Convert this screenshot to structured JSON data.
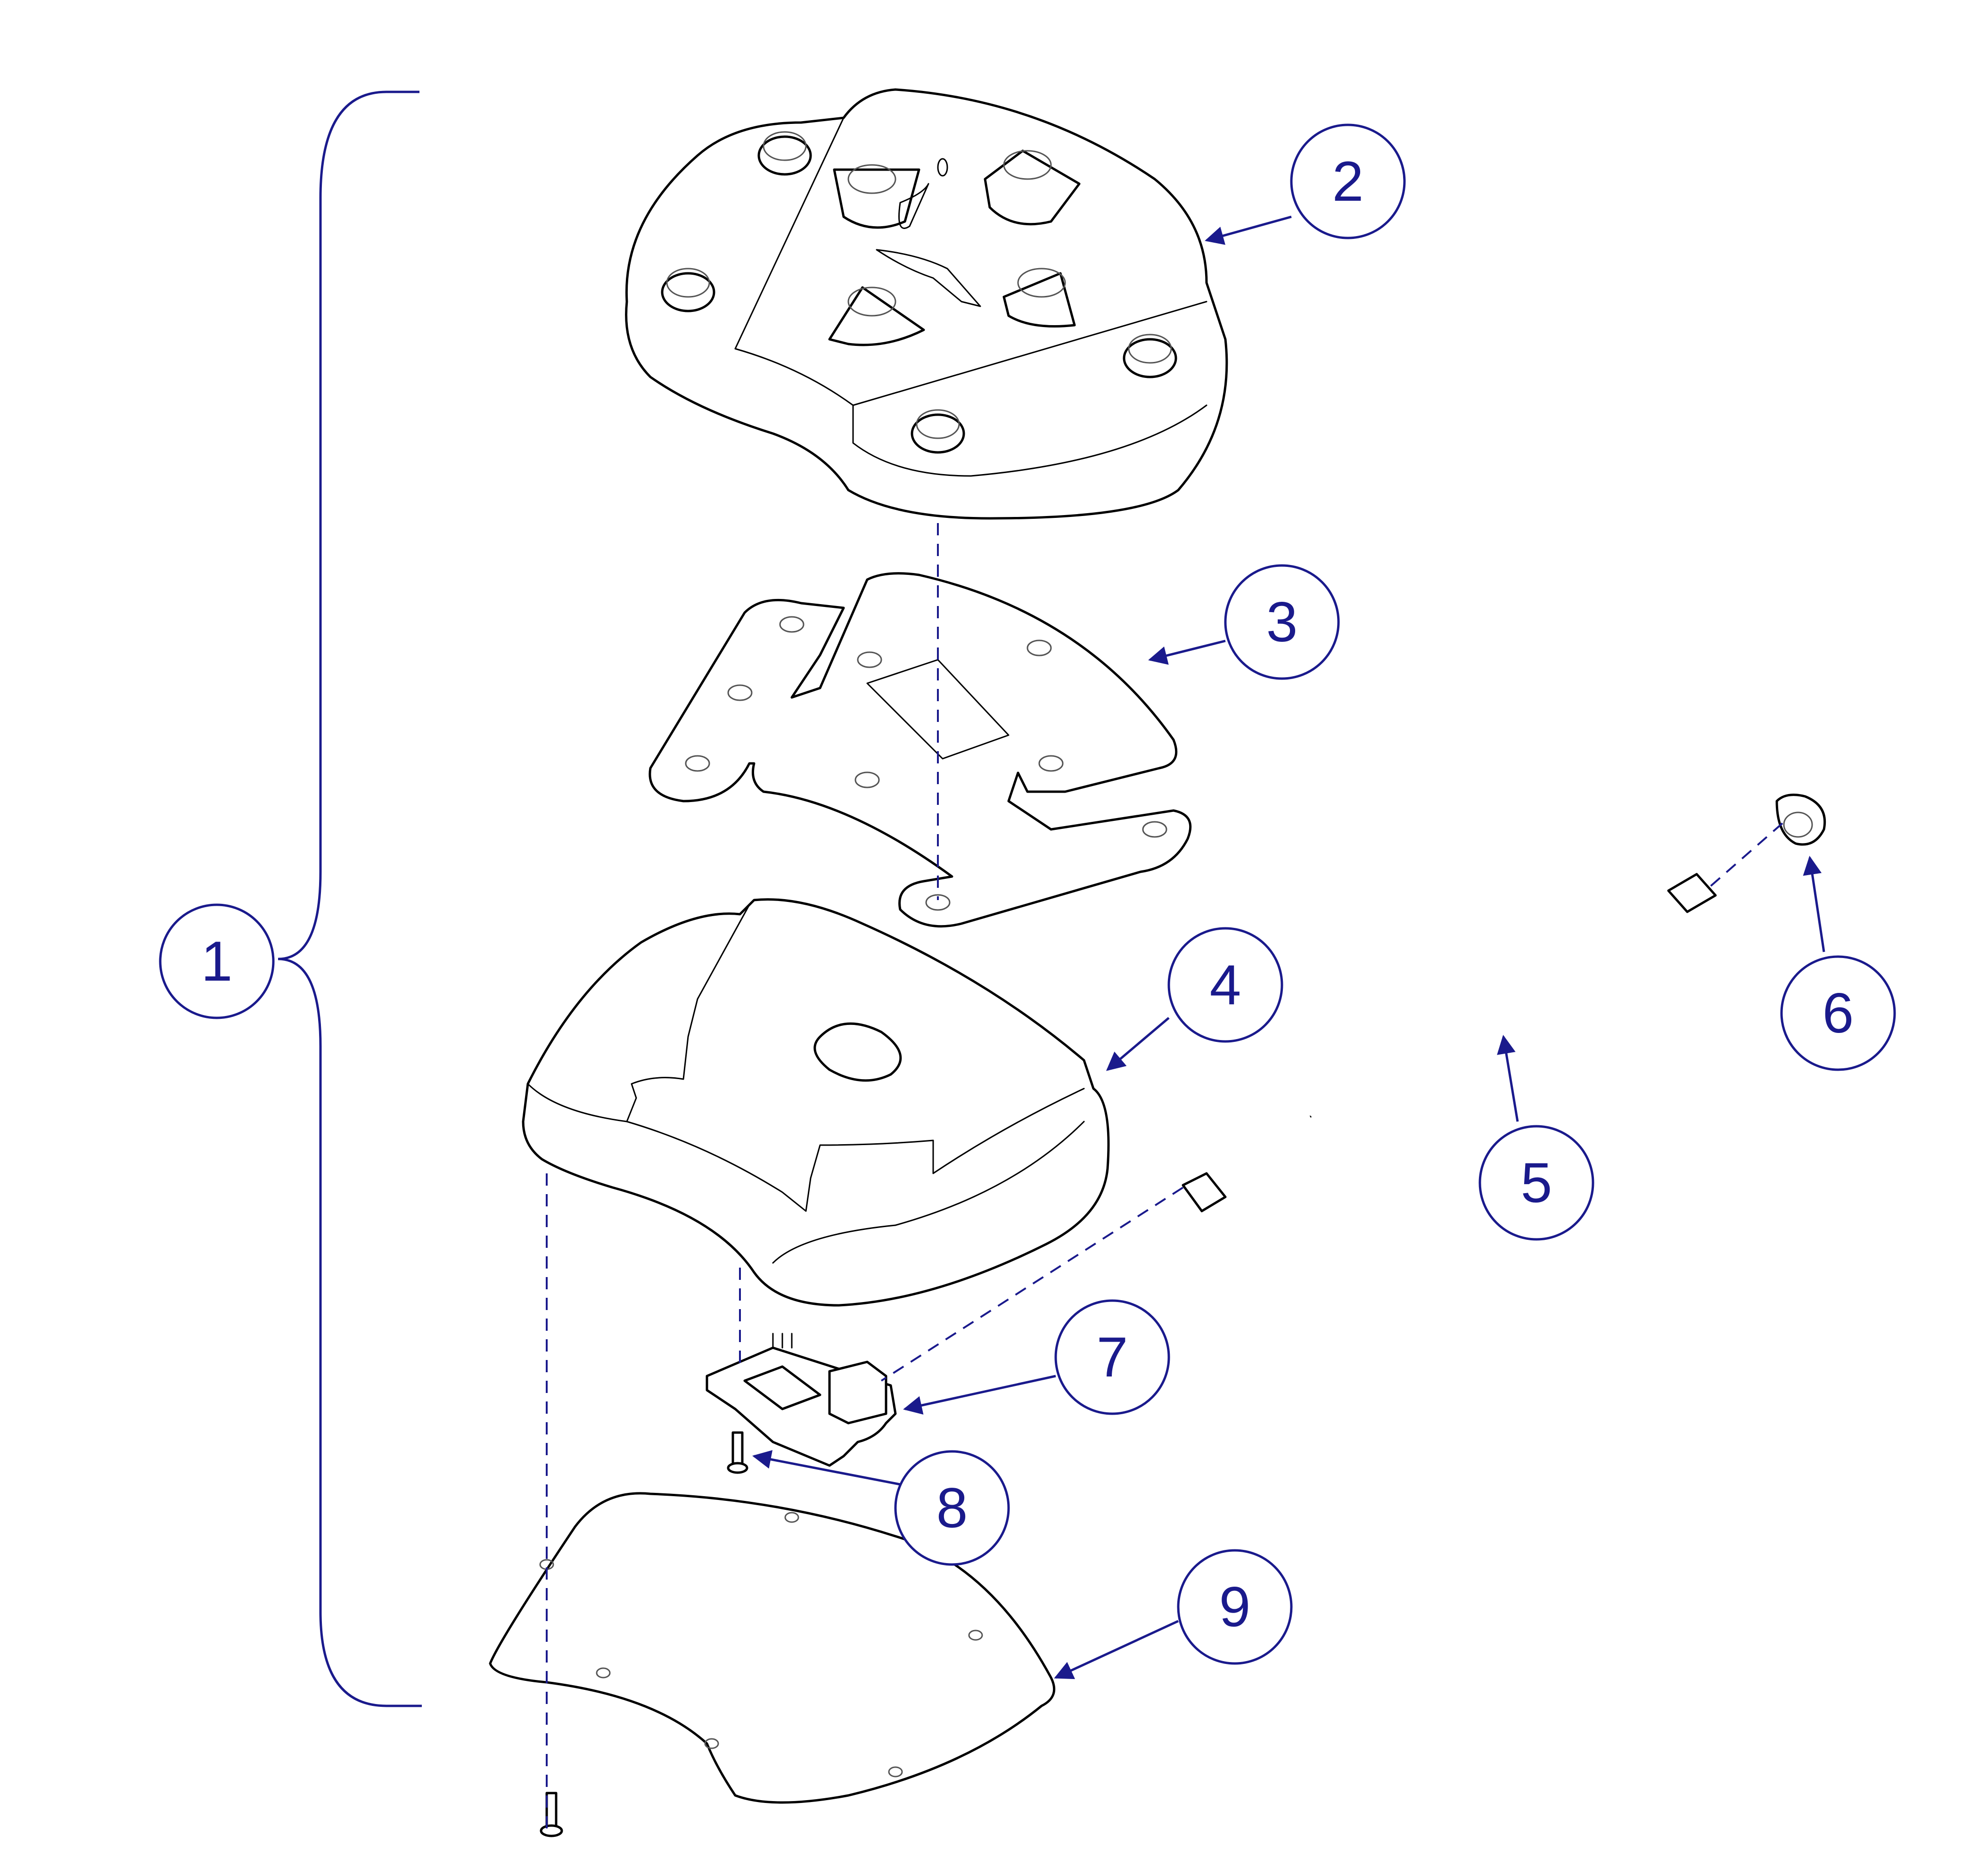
{
  "colors": {
    "callout": "#1a1a8c",
    "part_outline": "#000000",
    "background": "#ffffff"
  },
  "callouts": [
    {
      "id": "1",
      "label": "1"
    },
    {
      "id": "2",
      "label": "2"
    },
    {
      "id": "3",
      "label": "3"
    },
    {
      "id": "4",
      "label": "4"
    },
    {
      "id": "5",
      "label": "5"
    },
    {
      "id": "6",
      "label": "6"
    },
    {
      "id": "7",
      "label": "7"
    },
    {
      "id": "8",
      "label": "8"
    },
    {
      "id": "9",
      "label": "9"
    }
  ]
}
